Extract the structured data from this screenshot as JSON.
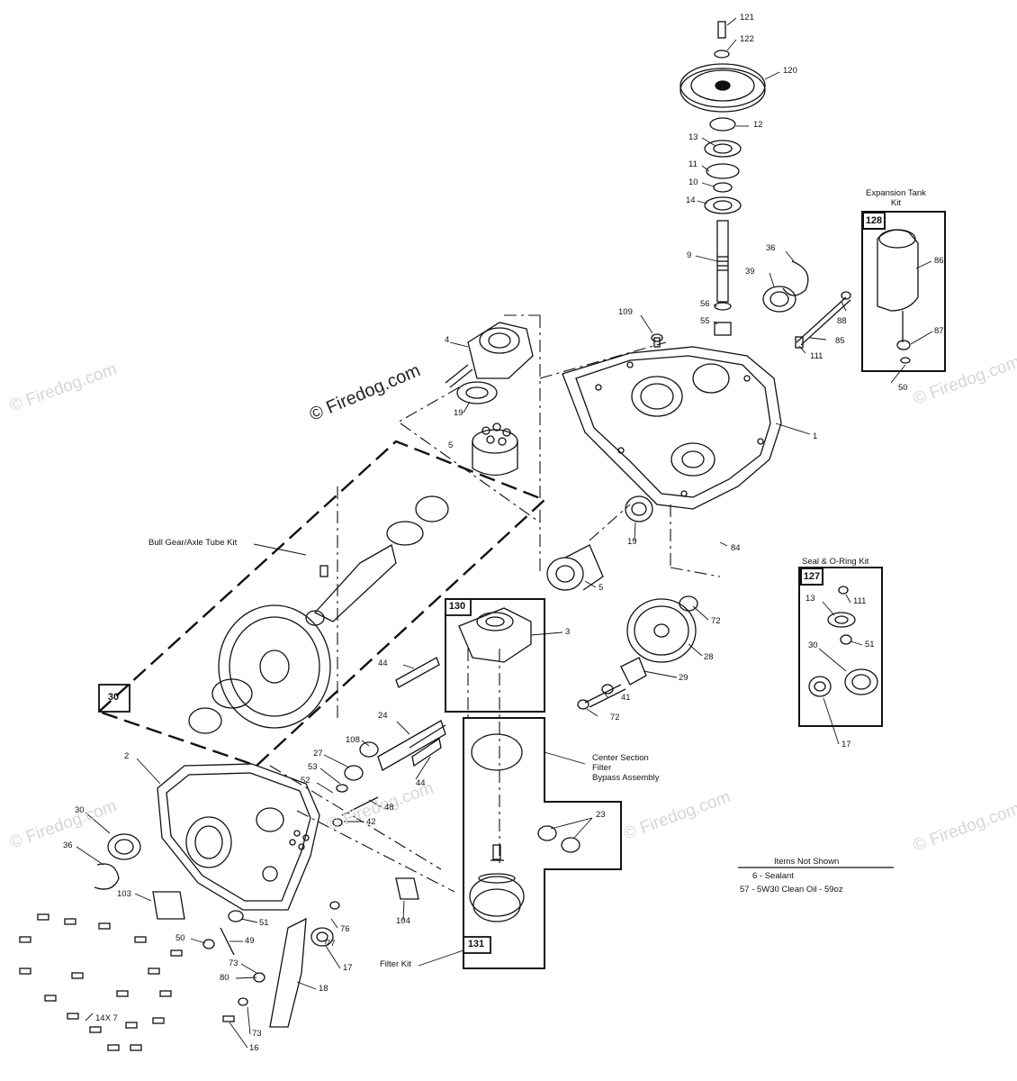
{
  "watermarks": {
    "left": "© Firedog.com",
    "right": "© Firedog.com",
    "left_lower": "© Firedog.com",
    "mid_lower": "© Firedog.com",
    "right_mid": "© Firedog.com",
    "right_lower": "© Firedog.com",
    "center": "© Firedog.com"
  },
  "kits": {
    "expansion_tank": {
      "title_line1": "Expansion Tank",
      "title_line2": "Kit",
      "number": "128"
    },
    "seal_oring": {
      "title": "Seal & O-Ring Kit",
      "number": "127"
    },
    "bull_gear": {
      "title": "Bull Gear/Axle Tube Kit",
      "number": "30"
    },
    "center_section": {
      "number": "130"
    },
    "filter": {
      "title": "Filter Kit",
      "number": "131"
    },
    "filter_bypass": {
      "line1": "Center Section",
      "line2": "Filter",
      "line3": "Bypass Assembly"
    }
  },
  "not_shown": {
    "title": "Items Not Shown",
    "items": [
      "6 - Sealant",
      "57 - 5W30 Clean Oil - 59oz"
    ]
  },
  "callouts": {
    "c121": "121",
    "c122": "122",
    "c120": "120",
    "c12": "12",
    "c13": "13",
    "c11": "11",
    "c10": "10",
    "c14": "14",
    "c9": "9",
    "c36a": "36",
    "c39": "39",
    "c56": "56",
    "c55": "55",
    "c109": "109",
    "c111": "111",
    "c85": "85",
    "c88": "88",
    "c86": "86",
    "c87": "87",
    "c50a": "50",
    "c1": "1",
    "c4": "4",
    "c19a": "19",
    "c5a": "5",
    "c19b": "19",
    "c84": "84",
    "c5b": "5",
    "c3": "3",
    "c72a": "72",
    "c28": "28",
    "c29": "29",
    "c41": "41",
    "c72b": "72",
    "c44a": "44",
    "c24": "24",
    "c108": "108",
    "c27": "27",
    "c53": "53",
    "c52": "52",
    "c44b": "44",
    "c48": "48",
    "c42": "42",
    "c2": "2",
    "c30": "30",
    "c36b": "36",
    "c103": "103",
    "c51a": "51",
    "c49": "49",
    "c50b": "50",
    "c76": "76",
    "c77": "77",
    "c17a": "17",
    "c104": "104",
    "c73a": "73",
    "c80": "80",
    "c18": "18",
    "c73b": "73",
    "c16": "16",
    "c14x7": "14X 7",
    "c23": "23",
    "k13": "13",
    "k111": "111",
    "k51": "51",
    "k30": "30",
    "k17": "17"
  }
}
